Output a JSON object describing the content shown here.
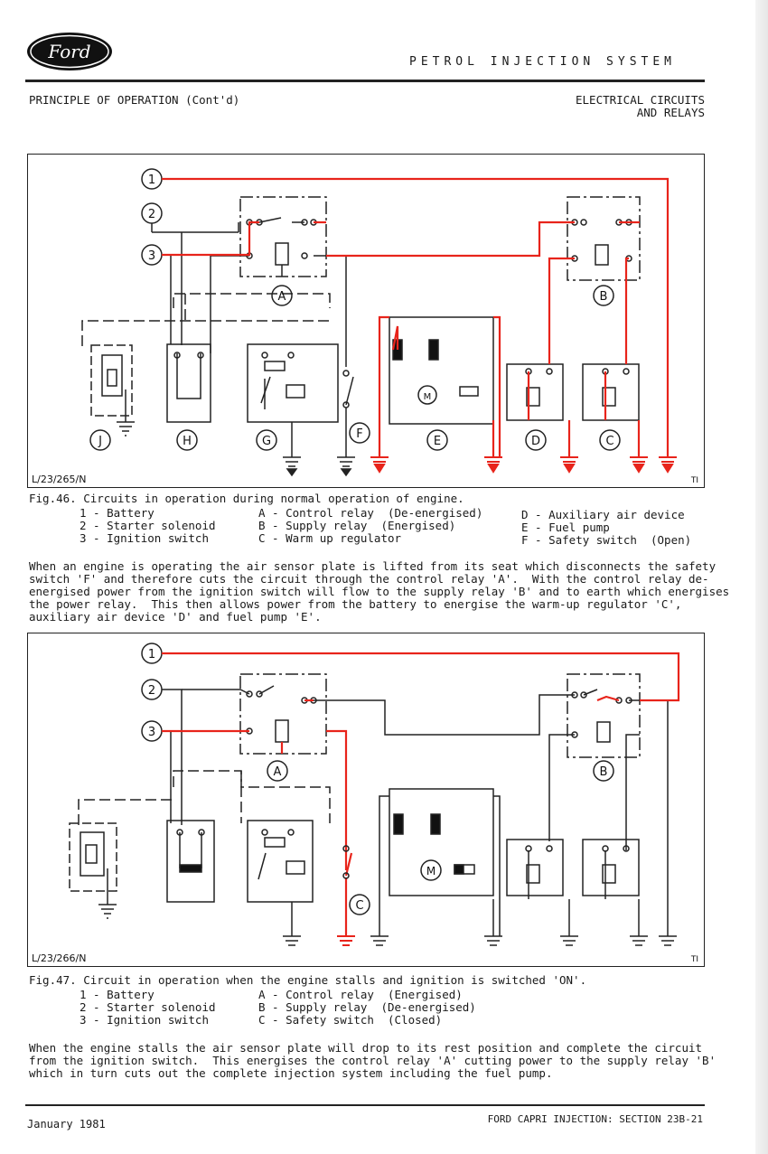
{
  "header": {
    "brand": "Ford",
    "title": "PETROL INJECTION SYSTEM",
    "left_heading": "PRINCIPLE OF OPERATION (Cont'd)",
    "right_heading_1": "ELECTRICAL CIRCUITS",
    "right_heading_2": "AND RELAYS"
  },
  "fig46": {
    "ref": "L/23/265/N",
    "ti": "TI",
    "caption": "Fig.46. Circuits in operation during normal operation of engine.",
    "legend_col1": [
      "1 - Battery",
      "2 - Starter solenoid",
      "3 - Ignition switch"
    ],
    "legend_col2": [
      "A - Control relay  (De-energised)",
      "B - Supply relay  (Energised)",
      "C - Warm up regulator"
    ],
    "legend_col3": [
      "D - Auxiliary air device",
      "E - Fuel pump",
      "F - Safety switch  (Open)"
    ],
    "labels": {
      "n1": "1",
      "n2": "2",
      "n3": "3",
      "A": "A",
      "B": "B",
      "C": "C",
      "D": "D",
      "E": "E",
      "F": "F",
      "G": "G",
      "H": "H",
      "J": "J"
    }
  },
  "para1": [
    "When an engine is operating the air sensor plate is lifted from its seat which disconnects the safety",
    "switch 'F' and therefore cuts the circuit through the control relay 'A'.  With the control relay de-",
    "energised power from the ignition switch will flow to the supply relay 'B' and to earth which energises",
    "the power relay.  This then allows power from the battery to energise the warm-up regulator 'C',",
    "auxiliary air device 'D' and fuel pump 'E'."
  ],
  "fig47": {
    "ref": "L/23/266/N",
    "ti": "TI",
    "caption": "Fig.47. Circuit in operation when the engine stalls and ignition is switched 'ON'.",
    "legend_col1": [
      "1 - Battery",
      "2 - Starter solenoid",
      "3 - Ignition switch"
    ],
    "legend_col2": [
      "A - Control relay  (Energised)",
      "B - Supply relay  (De-energised)",
      "C - Safety switch  (Closed)"
    ],
    "labels": {
      "n1": "1",
      "n2": "2",
      "n3": "3",
      "A": "A",
      "B": "B",
      "C": "C",
      "M": "M"
    }
  },
  "para2": [
    "When the engine stalls the air sensor plate will drop to its rest position and complete the circuit",
    "from the ignition switch.  This energises the control relay 'A' cutting power to the supply relay 'B'",
    "which in turn cuts out the complete injection system including the fuel pump."
  ],
  "footer": {
    "date": "January 1981",
    "section": "FORD CAPRI INJECTION: SECTION 23B-21"
  },
  "colors": {
    "live": "#e8241b",
    "wire": "#222222"
  }
}
